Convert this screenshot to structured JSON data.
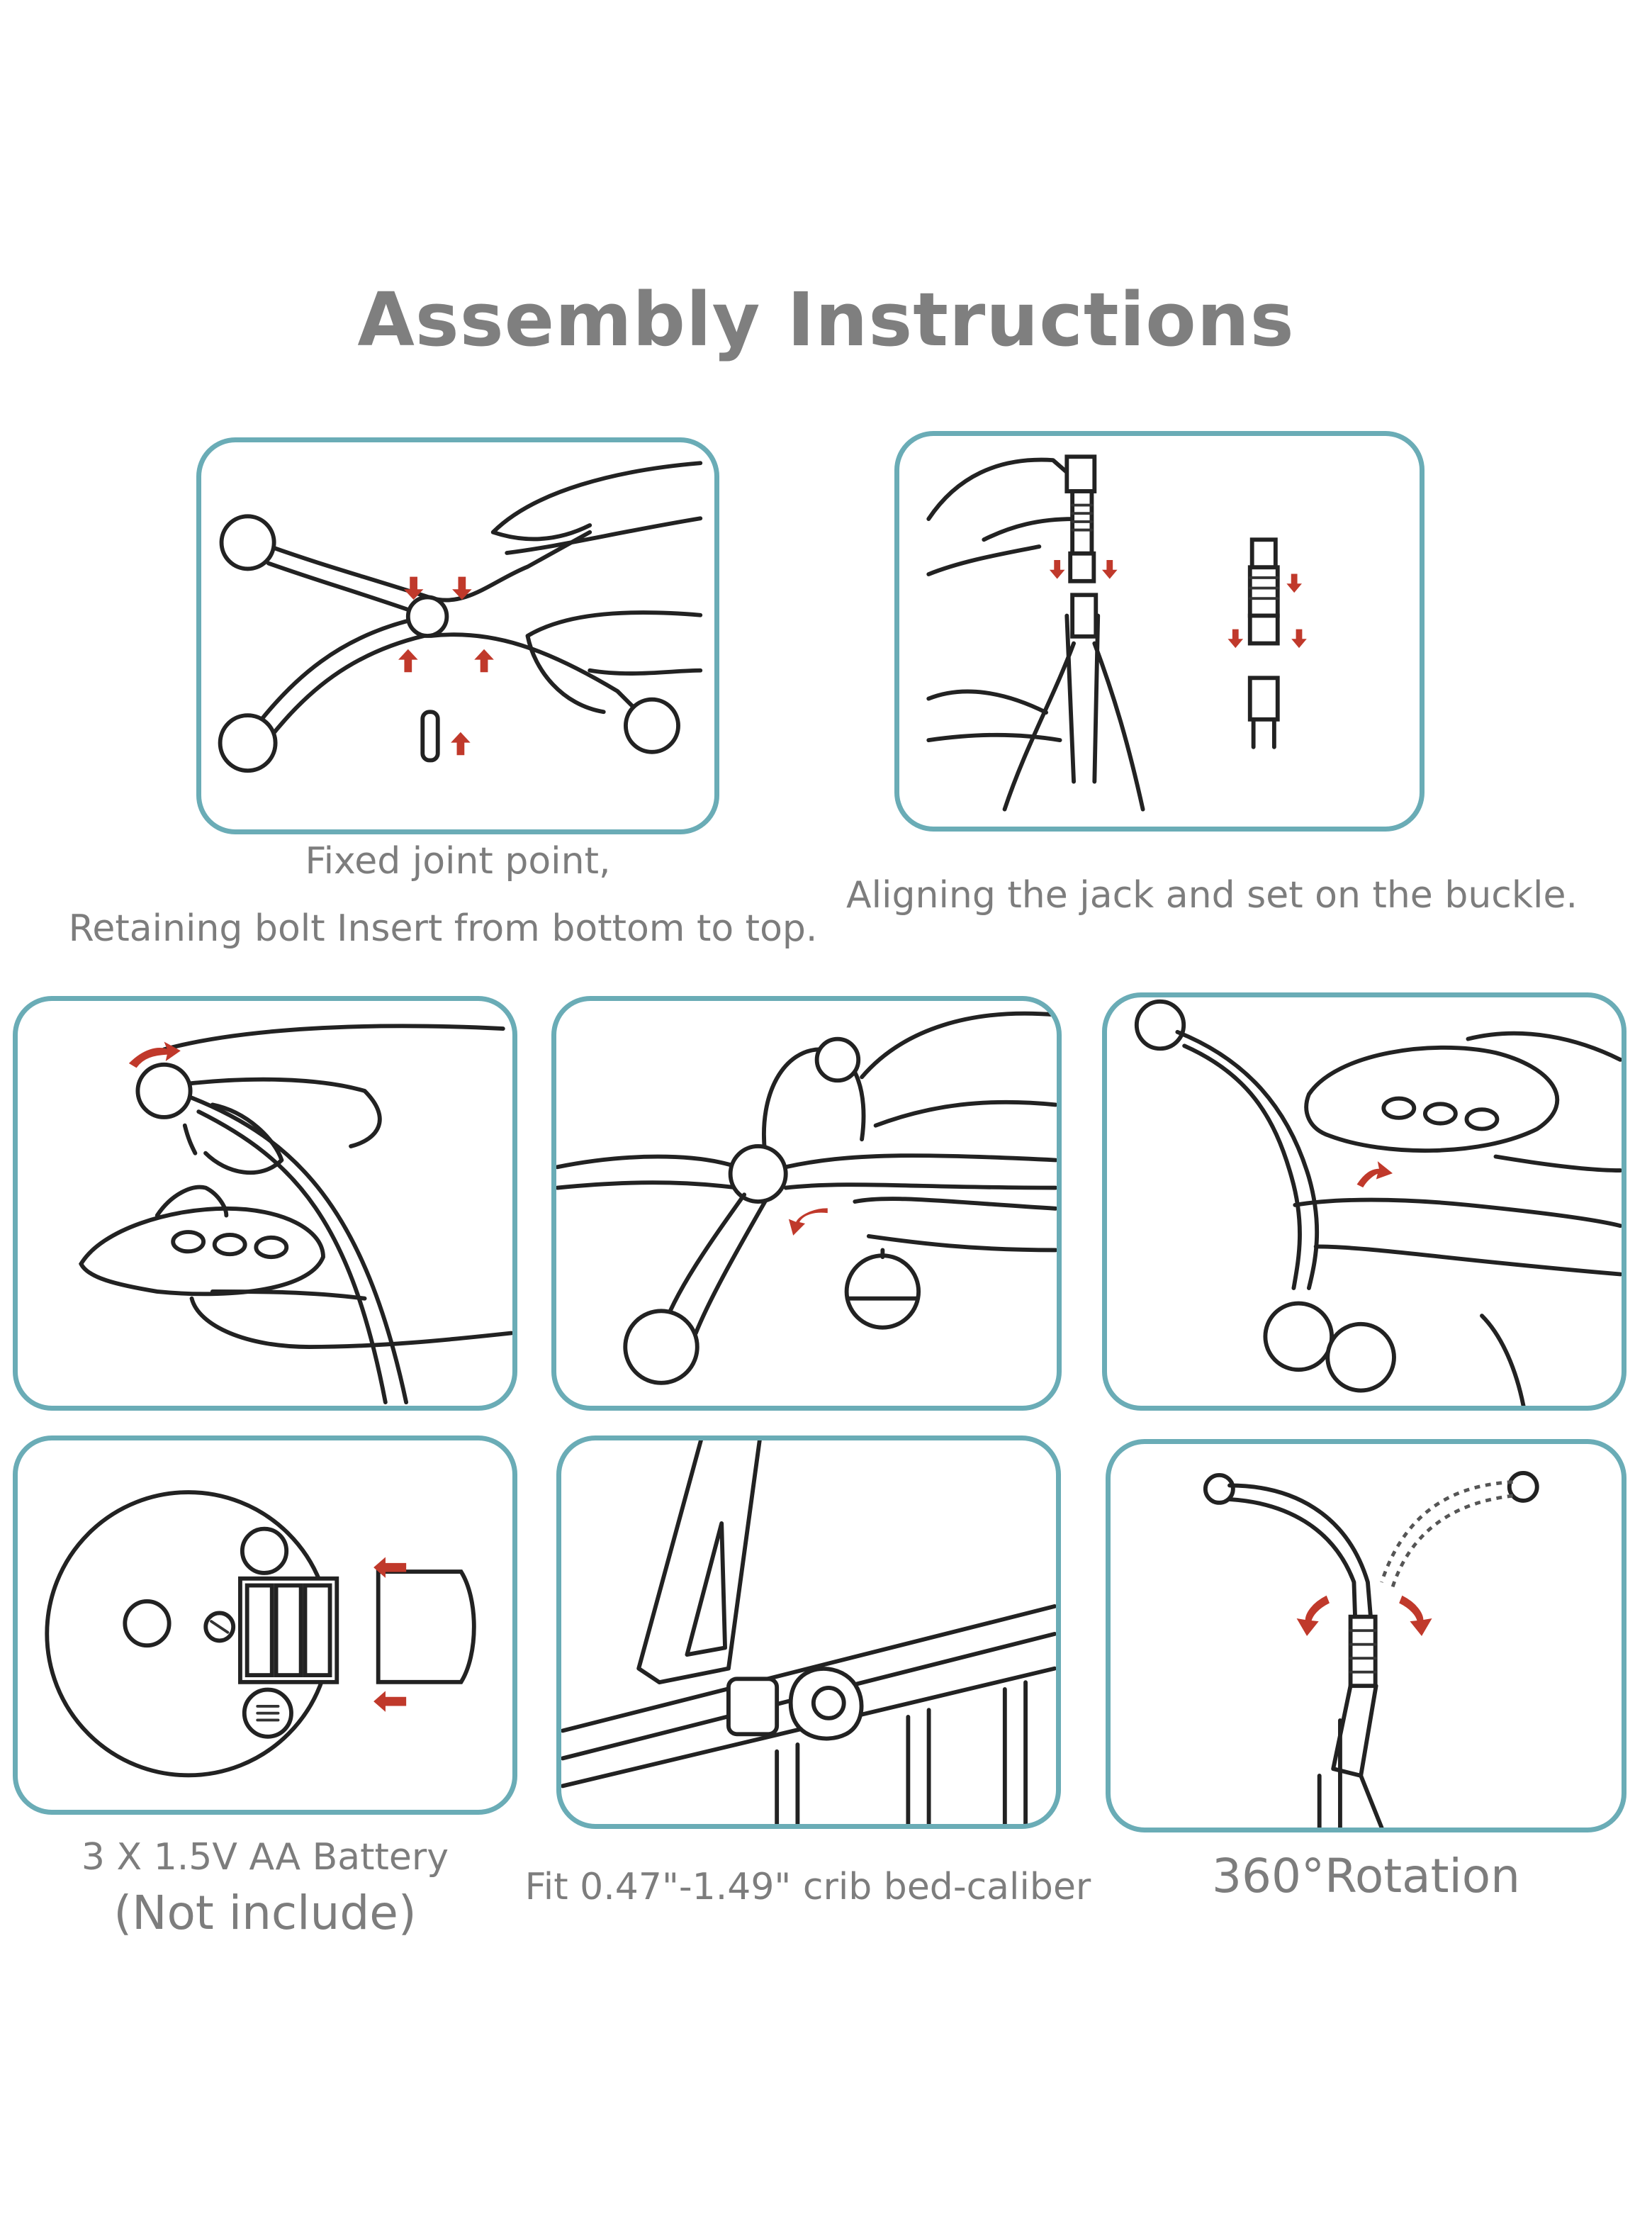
{
  "title": "Assembly Instructions",
  "colors": {
    "panel_border": "#6aacb6",
    "arrow": "#c0392b",
    "text": "#7d7d7d"
  },
  "steps": [
    {
      "caption_lines": [
        "Fixed joint point,",
        "Retaining bolt Insert from bottom to top."
      ]
    },
    {
      "caption_lines": [
        "Aligning the jack and set on the buckle."
      ]
    },
    {
      "caption_lines": []
    },
    {
      "caption_lines": []
    },
    {
      "caption_lines": []
    },
    {
      "caption_lines": [
        "3 X 1.5V AA Battery",
        "(Not include)"
      ]
    },
    {
      "caption_lines": [
        "Fit 0.47\"-1.49\" crib bed-caliber"
      ]
    },
    {
      "caption_lines": [
        "360°Rotation"
      ]
    }
  ]
}
